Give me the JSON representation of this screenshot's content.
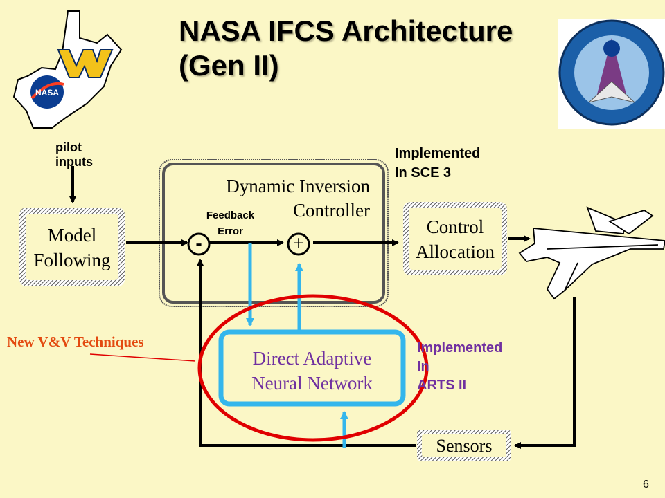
{
  "title": {
    "line1": "NASA IFCS Architecture",
    "line2": "(Gen II)"
  },
  "pilot_inputs": {
    "line1": "pilot",
    "line2": "inputs"
  },
  "sce3_note": {
    "line1": "Implemented",
    "line2": "In SCE 3"
  },
  "dic": {
    "line1": "Dynamic Inversion",
    "line2": "Controller"
  },
  "feedback_error": {
    "line1": "Feedback",
    "line2": "Error"
  },
  "model_following": {
    "line1": "Model",
    "line2": "Following"
  },
  "control_allocation": {
    "line1": "Control",
    "line2": "Allocation"
  },
  "minus_sign": "-",
  "plus_sign": "+",
  "neural_network": {
    "line1": "Direct Adaptive",
    "line2": "Neural Network"
  },
  "vv_label": "New V&V Techniques",
  "arts_note": {
    "line1": "Implemented",
    "line2": "In",
    "line3": "ARTS II"
  },
  "sensors": "Sensors",
  "page_number": "6",
  "colors": {
    "background": "#fbf7c6",
    "feedback_lines": "#34b6ec",
    "red_ellipse": "#e00000",
    "vv_label": "#e34a10",
    "arts_note": "#7030a0"
  }
}
